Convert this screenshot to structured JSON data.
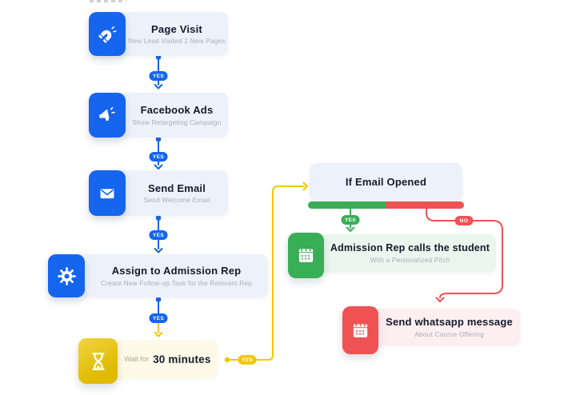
{
  "page": {
    "background": "#ffffff"
  },
  "colors": {
    "blue": "#1565ef",
    "blue_light": "#edf1fa",
    "yellow": "#f0c900",
    "yellow_light": "#fdfbe7",
    "green": "#38ae57",
    "green_light": "#e9f7ee",
    "red": "#ee5253",
    "red_light": "#fdeef0",
    "title_text": "#151b2c",
    "subtitle_text": "#a8aebd"
  },
  "badges": {
    "yes": "YES",
    "no": "NO"
  },
  "nodes": {
    "page_visit": {
      "title": "Page Visit",
      "subtitle": "New Lead Visited 2 New Pages",
      "icon": "magnet-icon"
    },
    "facebook_ads": {
      "title": "Facebook Ads",
      "subtitle": "Show Retargeting Campaign",
      "icon": "megaphone-icon"
    },
    "send_email": {
      "title": "Send Email",
      "subtitle": "Send Welcome Email",
      "icon": "envelope-icon"
    },
    "assign_rep": {
      "title": "Assign to Admission Rep",
      "subtitle": "Create New Follow-up Task for the Relevant Rep",
      "icon": "gear-icon"
    },
    "wait": {
      "prefix": "Wait for",
      "title": "30 minutes",
      "icon": "hourglass-icon"
    },
    "if_email_opened": {
      "title": "If Email Opened"
    },
    "rep_calls": {
      "title": "Admission Rep calls the student",
      "subtitle": "With a Personalized Pitch",
      "icon": "calendar-icon"
    },
    "whatsapp": {
      "title": "Send whatsapp message",
      "subtitle": "About Course Offering",
      "icon": "calendar-icon"
    }
  }
}
